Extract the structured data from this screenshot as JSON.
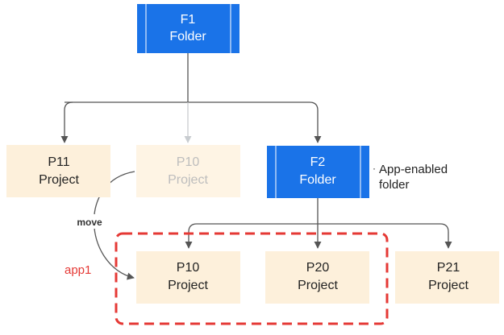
{
  "nodes": {
    "f1": {
      "line1": "F1",
      "line2": "Folder"
    },
    "f2": {
      "line1": "F2",
      "line2": "Folder"
    },
    "p11": {
      "line1": "P11",
      "line2": "Project"
    },
    "p10_old": {
      "line1": "P10",
      "line2": "Project"
    },
    "p10": {
      "line1": "P10",
      "line2": "Project"
    },
    "p20": {
      "line1": "P20",
      "line2": "Project"
    },
    "p21": {
      "line1": "P21",
      "line2": "Project"
    }
  },
  "annotations": {
    "app_enabled_line1": "App-enabled",
    "app_enabled_line2": "folder",
    "move": "move",
    "group_label": "app1"
  },
  "colors": {
    "folder_fill": "#1a73e8",
    "project_fill": "#fdf0db",
    "project_faded_text": "#bdbdbd",
    "dashed_group": "#e53935",
    "connector": "#555555",
    "faded_connector": "#c8ccd0"
  }
}
